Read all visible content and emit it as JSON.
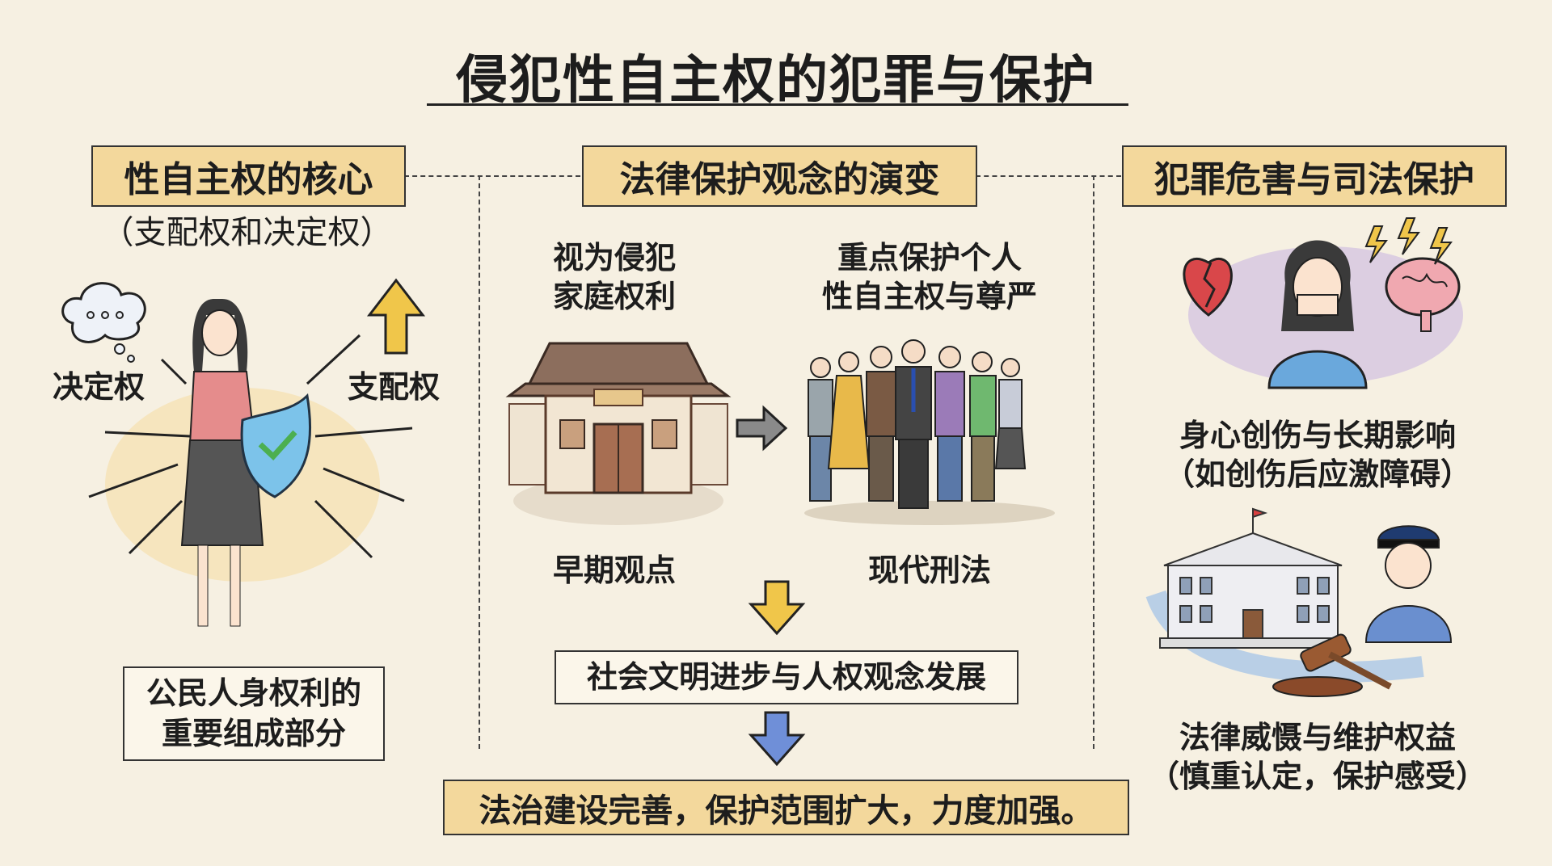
{
  "title": "侵犯性自主权的犯罪与保护",
  "left": {
    "header": "性自主权的核心",
    "subtitle": "（支配权和决定权）",
    "label_decide": "决定权",
    "label_control": "支配权",
    "box_line1": "公民人身权利的",
    "box_line2": "重要组成部分"
  },
  "middle": {
    "header": "法律保护观念的演变",
    "early_desc_line1": "视为侵犯",
    "early_desc_line2": "家庭权利",
    "modern_desc_line1": "重点保护个人",
    "modern_desc_line2": "性自主权与尊严",
    "early_label": "早期观点",
    "modern_label": "现代刑法",
    "progress_box": "社会文明进步与人权观念发展",
    "result_box": "法治建设完善，保护范围扩大，力度加强。"
  },
  "right": {
    "header": "犯罪危害与司法保护",
    "harm_line1": "身心创伤与长期影响",
    "harm_line2": "（如创伤后应激障碍）",
    "law_line1": "法律威慑与维护权益",
    "law_line2": "（慎重认定，保护感受）"
  },
  "colors": {
    "background": "#f6f0e2",
    "header_fill": "#f3d89c",
    "arrow_yellow": "#f0c64a",
    "arrow_blue": "#6f8fd8"
  }
}
